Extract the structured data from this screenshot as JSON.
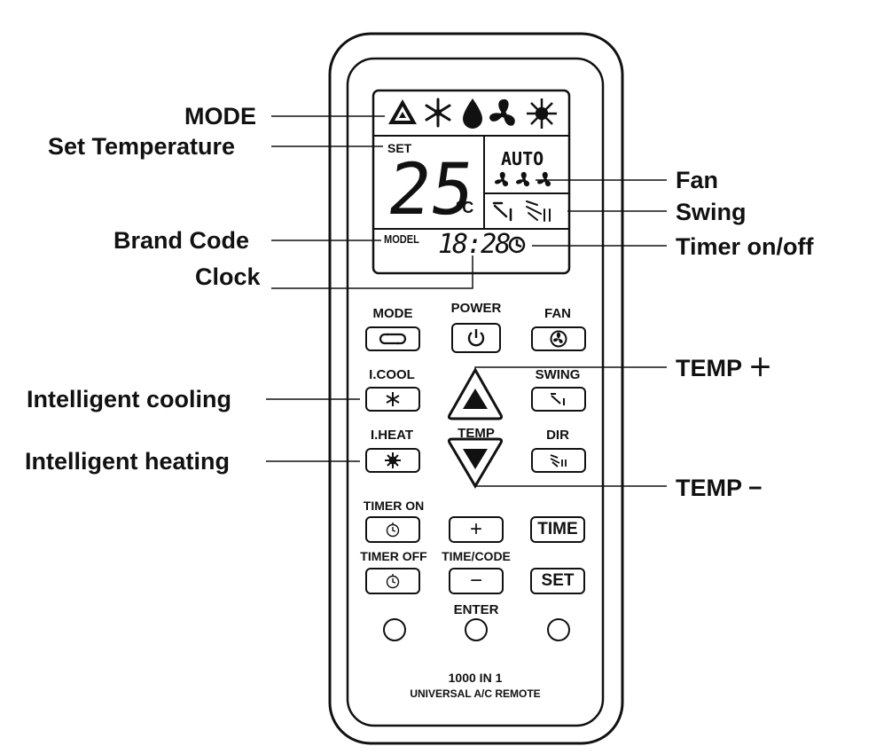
{
  "callouts": {
    "mode": "MODE",
    "set_temperature": "Set Temperature",
    "brand_code": "Brand Code",
    "clock": "Clock",
    "fan": "Fan",
    "swing": "Swing",
    "timer_on_off": "Timer on/off",
    "temp_plus": "TEMP ＋",
    "temp_minus": "TEMP −",
    "intelligent_cooling": "Intelligent cooling",
    "intelligent_heating": "Intelligent heating"
  },
  "display": {
    "set_label": "SET",
    "temperature": "25",
    "unit": "°C",
    "fan_mode": "AUTO",
    "model_label": "MODEL",
    "clock_time": "18:28",
    "mode_icons": [
      "auto-mode-icon",
      "cool-snowflake-icon",
      "dry-droplet-icon",
      "fan-icon",
      "heat-sun-icon"
    ]
  },
  "buttons": {
    "mode": "MODE",
    "power": "POWER",
    "fan": "FAN",
    "icool": "I.COOL",
    "swing": "SWING",
    "iheat": "I.HEAT",
    "temp": "TEMP",
    "dir": "DIR",
    "timer_on": "TIMER ON",
    "timer_off": "TIMER OFF",
    "time_code": "TIME/CODE",
    "plus": "+",
    "minus": "−",
    "time": "TIME",
    "set": "SET",
    "enter": "ENTER"
  },
  "footer": {
    "line1": "1000 IN 1",
    "line2": "UNIVERSAL A/C REMOTE"
  },
  "colors": {
    "ink": "#111111",
    "background": "#ffffff"
  }
}
